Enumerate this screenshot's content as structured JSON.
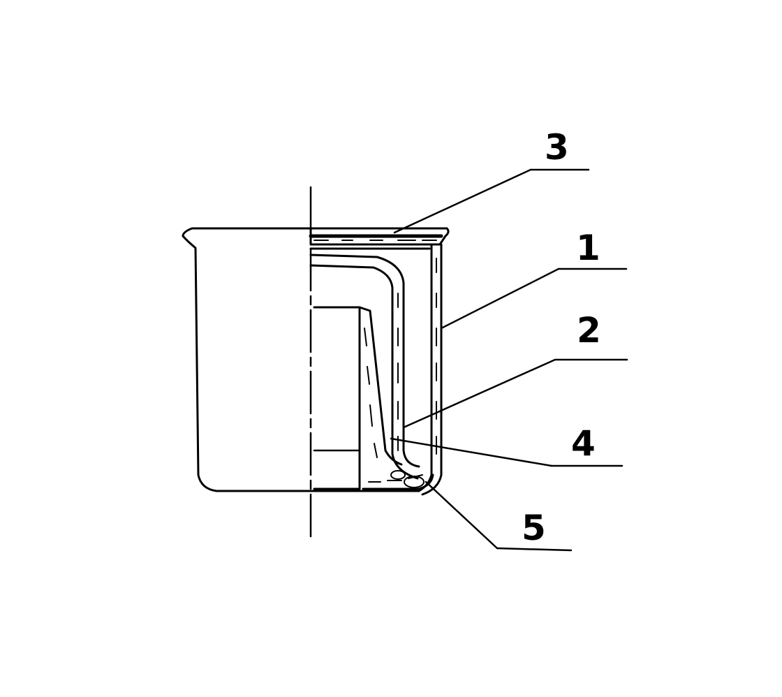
{
  "callouts": [
    {
      "id": "3",
      "label": "3"
    },
    {
      "id": "1",
      "label": "1"
    },
    {
      "id": "2",
      "label": "2"
    },
    {
      "id": "4",
      "label": "4"
    },
    {
      "id": "5",
      "label": "5"
    }
  ],
  "colors": {
    "ink": "#000000",
    "paper": "#ffffff"
  }
}
